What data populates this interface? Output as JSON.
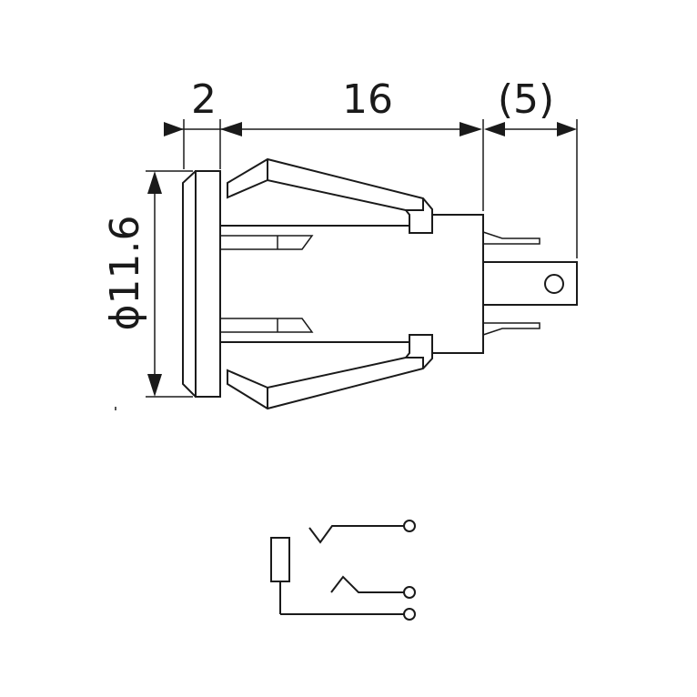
{
  "dimensions": {
    "bezel_thickness": "2",
    "body_length": "16",
    "terminal_length": "(5)",
    "diameter": "ϕ11.6"
  }
}
